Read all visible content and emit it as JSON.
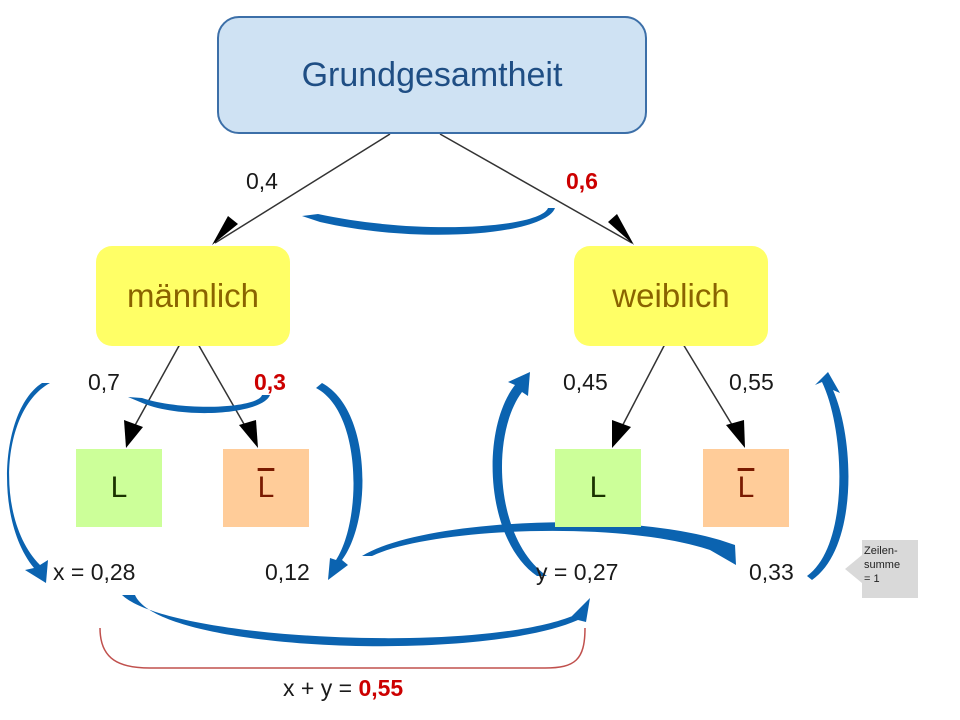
{
  "root": {
    "label": "Grundgesamtheit"
  },
  "level1": {
    "left": {
      "label": "männlich",
      "prob": "0,4"
    },
    "right": {
      "label": "weiblich",
      "prob": "0,6"
    }
  },
  "maennlich": {
    "prob_L": "0,7",
    "prob_notL": "0,3",
    "leaf_L": "L",
    "leaf_notL": "L",
    "result_L": "x = 0,28",
    "result_notL": "0,12"
  },
  "weiblich": {
    "prob_L": "0,45",
    "prob_notL": "0,55",
    "leaf_L": "L",
    "leaf_notL": "L",
    "result_L": "y = 0,27",
    "result_notL": "0,33"
  },
  "sum": {
    "prefix": "x + y = ",
    "value": "0,55"
  },
  "callout": {
    "line1": "Zeilen-",
    "line2": "summe",
    "line3": "= 1"
  },
  "colors": {
    "root_fill": "#cfe2f3",
    "root_border": "#3c6fa8",
    "gender_fill": "#ffff66",
    "leaf_L_fill": "#ccff99",
    "leaf_notL_fill": "#ffcc99",
    "highlight_red": "#cc0000",
    "arrow_blue": "#0b63b0",
    "brace_red": "#c0504d"
  }
}
